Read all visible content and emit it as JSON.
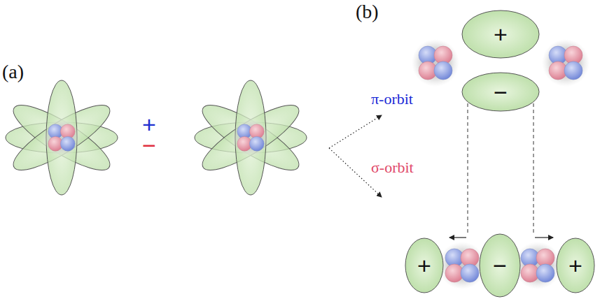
{
  "diagram": {
    "nodes": [
      {
        "text": [
          "+"
        ]
      },
      {
        "text": [
          "−"
        ]
      },
      {
        "text": [
          "+"
        ]
      },
      {
        "text": [
          "−"
        ]
      },
      {
        "text": [
          "+"
        ]
      }
    ],
    "labels": [
      "(a)",
      "(b)",
      "+",
      "−",
      "π-orbit",
      "σ-orbit"
    ]
  }
}
